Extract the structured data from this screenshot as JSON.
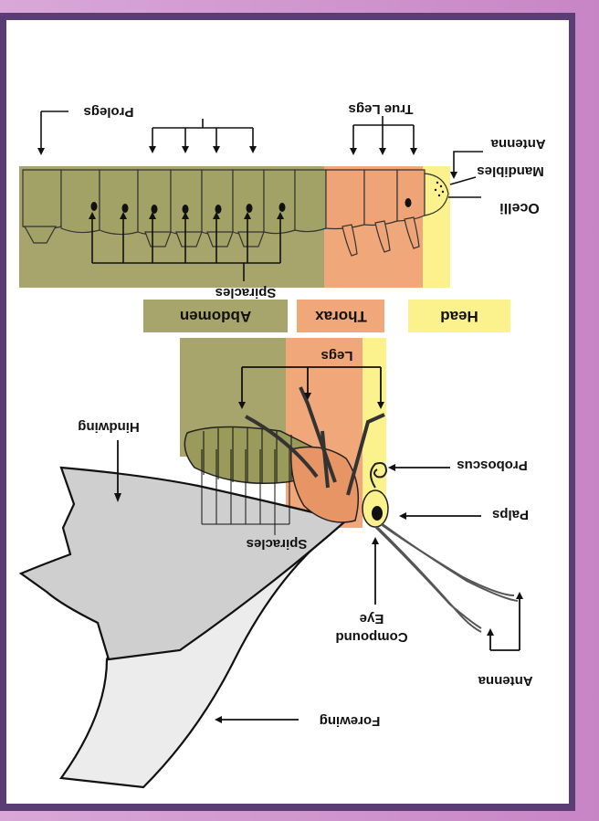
{
  "caterpillar": {
    "region_labels": {
      "head": "Head",
      "thorax": "Thorax",
      "abdomen": "Abdomen"
    },
    "labels": {
      "prolegs": "Prolegs",
      "true_legs": "True Legs",
      "antenna": "Antenna",
      "mandibles": "Mandibles",
      "ocelli": "Ocelli",
      "spiracles": "Spiracles"
    },
    "colors": {
      "head": "#fbf28d",
      "thorax": "#f0a77a",
      "abdomen": "#a7a56c",
      "body": "#9a9a5a"
    }
  },
  "moth": {
    "labels": {
      "legs": "Legs",
      "hindwing": "Hindwing",
      "proboscus": "Proboscus",
      "palps": "Palps",
      "spiracles": "Spiracles",
      "compound_eye_line1": "Compound",
      "compound_eye_line2": "Eye",
      "antenna": "Antenna",
      "forewing": "Forewing"
    },
    "colors": {
      "hindwing": "#cfcfcf",
      "forewing": "#ececec",
      "abdomen_band": "#a7a56c",
      "thorax_band": "#f0a77a",
      "head_band": "#fbf28d"
    }
  }
}
